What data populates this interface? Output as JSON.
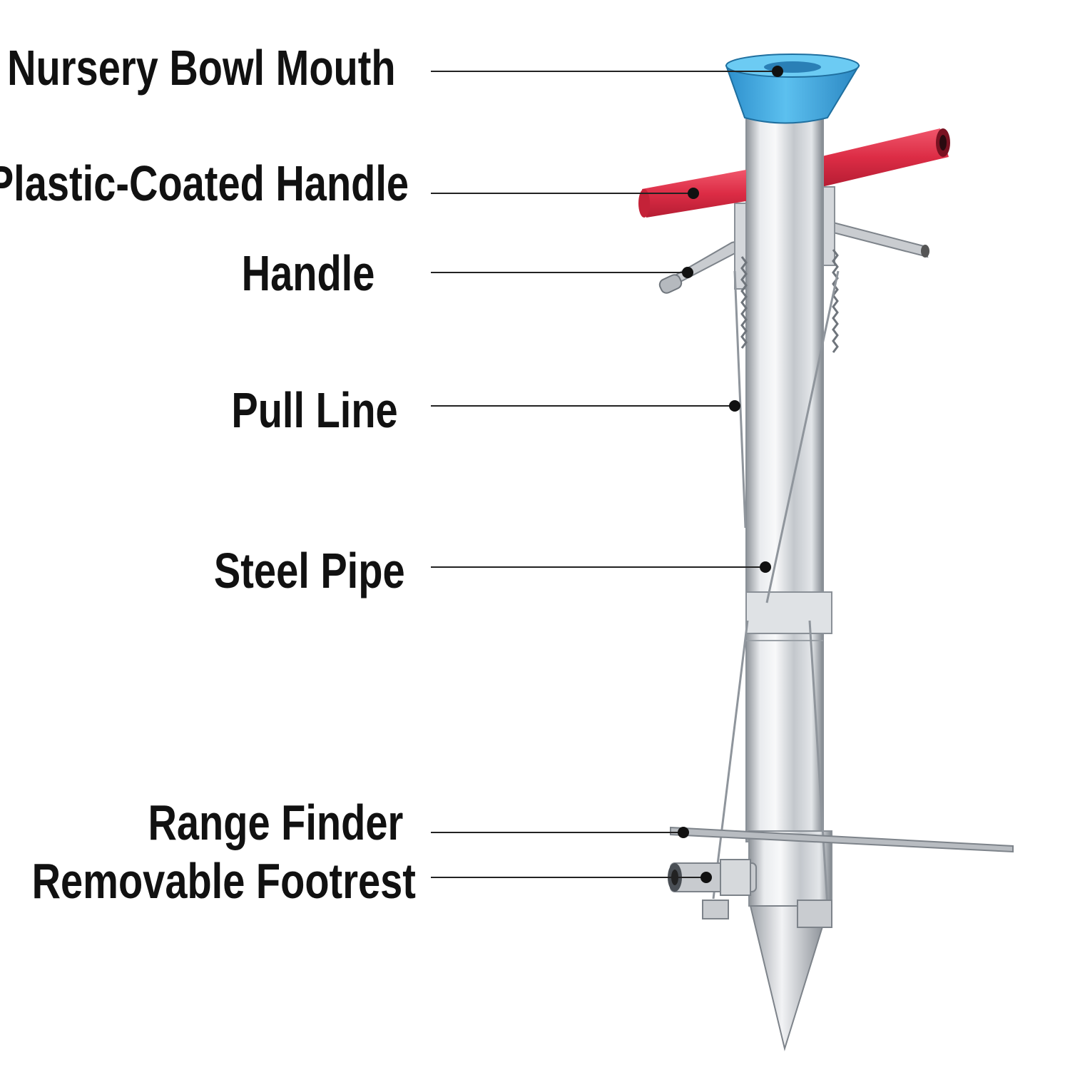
{
  "labels": {
    "nursery_bowl_mouth": "Nursery Bowl Mouth",
    "plastic_coated_handle": "Plastic-Coated Handle",
    "handle": "Handle",
    "pull_line": "Pull Line",
    "steel_pipe": "Steel Pipe",
    "range_finder": "Range Finder",
    "removable_footrest": "Removable Footrest"
  },
  "colors": {
    "background": "#ffffff",
    "text": "#111111",
    "leader": "#222222",
    "bowl": "#3fa9e0",
    "grip": "#e0304a",
    "steel": "#c9ccd0"
  }
}
